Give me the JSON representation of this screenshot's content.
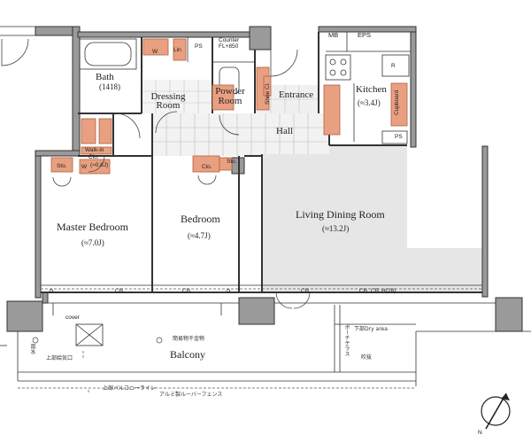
{
  "rooms": {
    "bath": {
      "label": "Bath",
      "size": "(1418)"
    },
    "dressing": {
      "label1": "Dressing",
      "label2": "Room"
    },
    "powder": {
      "label1": "Powder",
      "label2": "Room"
    },
    "entrance": {
      "label": "Entrance"
    },
    "kitchen": {
      "label": "Kitchen",
      "area": "(≈3.4J)"
    },
    "hall": {
      "label": "Hall"
    },
    "walkin": {
      "label1": "Walk-in",
      "label2": "Clo.",
      "area": "(≈0.8J)"
    },
    "master": {
      "label": "Master Bedroom",
      "area": "(≈7.0J)"
    },
    "bedroom": {
      "label": "Bedroom",
      "area": "(≈4.7J)"
    },
    "ldr": {
      "label": "Living Dining Room",
      "area": "(≈13.2J)"
    },
    "balcony": {
      "label": "Balcony"
    }
  },
  "fixtures": {
    "mb": "MB",
    "eps": "EPS",
    "ps_top": "PS",
    "ps_kitchen": "PS",
    "p_left": "P",
    "p_right": "P",
    "w": "W",
    "lin": "Lin.",
    "counter1": "Counter",
    "counter2": "FL+850",
    "shoe": "Shoe Cl.",
    "r": "R",
    "cupboard": "Cupboard",
    "sto_master": "Sto.",
    "sto_bed": "Sto.",
    "wic_w": "W",
    "clo": "Clo.",
    "cb1": "CB",
    "cb2": "CB",
    "cb3": "CB",
    "cb4": "CB",
    "cb5": "CB",
    "cb_h": "H(28)",
    "cover": "cover"
  },
  "notes": {
    "hanger": "簡易物干金物",
    "dry_area": "下部Dry area",
    "fukiyoko": "吹抜",
    "upper_vent": "上部給気口",
    "balcony_line": "上部バルコニーライン",
    "aluminium_fence": "アルミ製ルーバーフェンス",
    "drain": "雨水",
    "outdoor": "ポーチテラス"
  },
  "compass": {
    "north": "N"
  }
}
